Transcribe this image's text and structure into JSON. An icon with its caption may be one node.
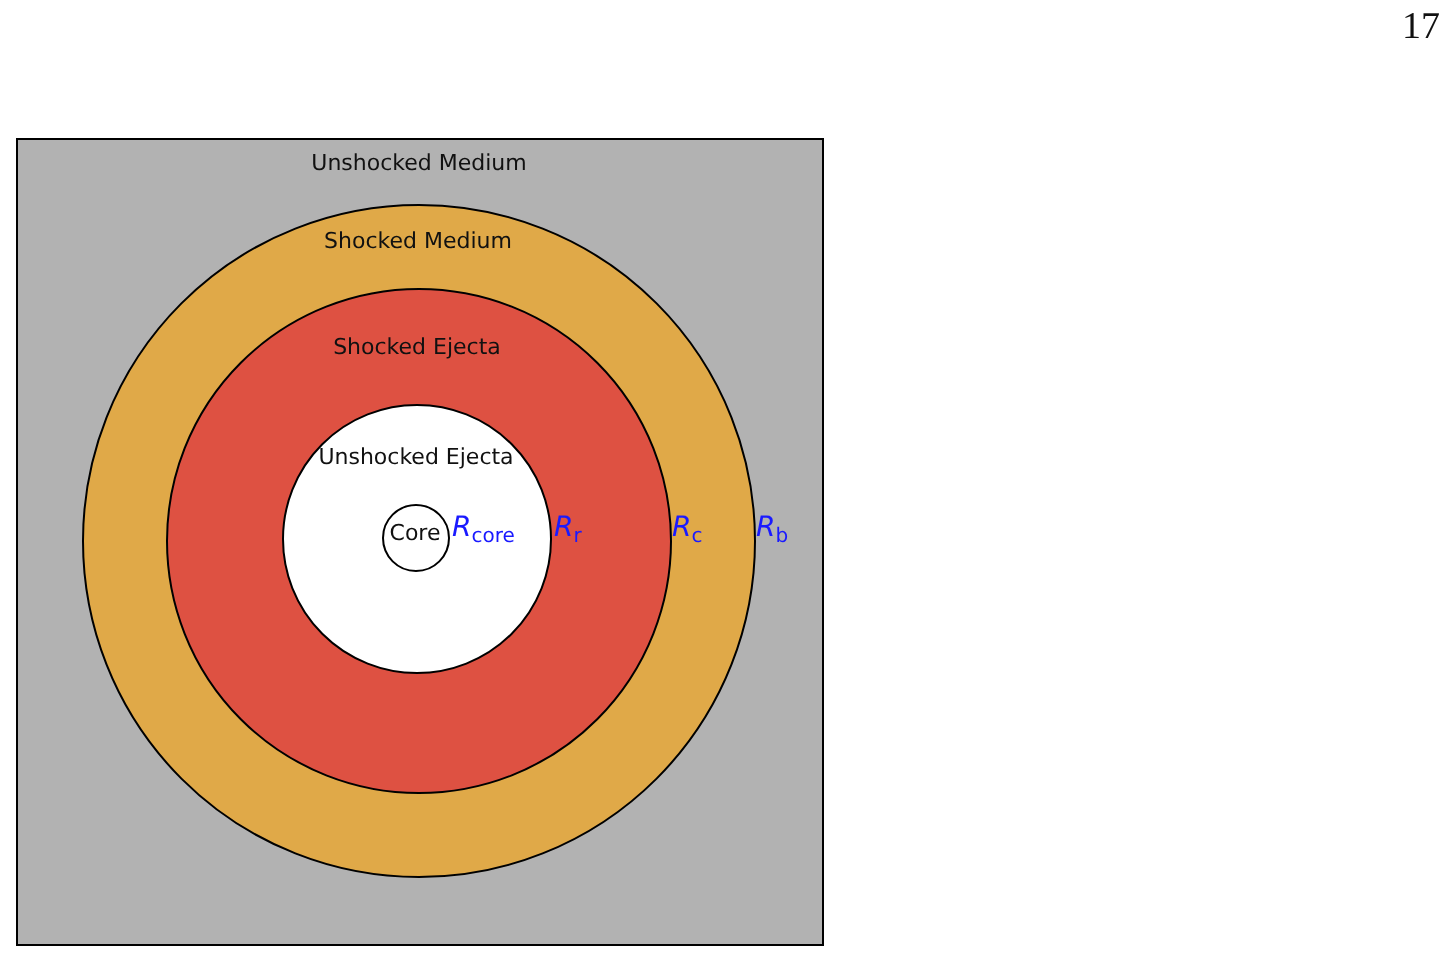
{
  "diagram": {
    "nodes": [
      {
        "text": [
          "Unshocked Medium"
        ]
      },
      {
        "text": [
          "Shocked Medium"
        ],
        "in": 0
      },
      {
        "text": [
          "Shocked Ejecta"
        ],
        "in": 1
      },
      {
        "text": [
          "Unshocked Ejecta"
        ],
        "in": 2
      },
      {
        "text": [
          "Core"
        ],
        "in": 3
      }
    ],
    "labels": [
      "17",
      "*R*$_{core}$",
      "*R*$_{r}$",
      "*R*$_{c}$",
      "*R*$_{b}$"
    ]
  }
}
